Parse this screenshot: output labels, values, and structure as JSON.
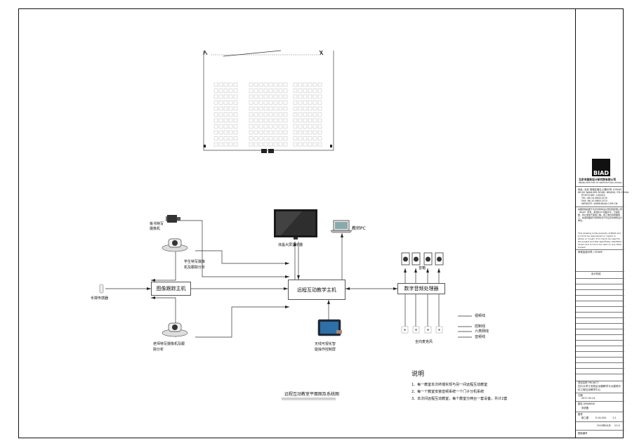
{
  "diagram": {
    "devices": {
      "blackboard_camera": "板书特写摄像机",
      "student_camera": "学生特写摄像机及跟踪分析",
      "teacher_camera": "老师特写摄像机及跟踪分析",
      "hand_mic": "手掷传感器",
      "video_tracking_host": "图像跟踪主机",
      "lcd_screen": "液晶大屏显示器",
      "teacher_pc": "教师PC",
      "interactive_host": "远程互动教学主机",
      "touch_panel": "无线可视化智能操作控制屏",
      "audio_processor": "数字音频处理器",
      "speakers": "音箱",
      "mics": "全向麦克风"
    },
    "legend": {
      "items": [
        "视频线",
        "控制线",
        "六类网线",
        "音频线"
      ]
    },
    "caption": "远程互动教室平面图及系统图",
    "notes": {
      "title": "说明",
      "lines": [
        "1、每一教室本次终端实现与另一间远程互动教室",
        "2、每一个教室安装音频系统一个门子分机系统",
        "3、本次间远程互动教室，每个教室分两台一套设备，共计2套"
      ]
    }
  },
  "title_block": {
    "logo_text": "BIAD",
    "company_cn": "北京市建筑设计研究院有限公司",
    "company_en": "BEIJING INSTITUTE OF ARCHITECTURAL DESIGN",
    "address": "地址: 北京 西城区南礼士路62号   100045",
    "address_en": "NO.62 NANLISHI ROAD, BEIJING, P.R.CHINA",
    "postcode": "POSTCODE: 100045",
    "tel": "TEL: 86-10-88021376",
    "fax": "FAX: 86-10-68021370",
    "website": "WEBSITE: WWW.BIAD.COM.CN",
    "disclaimer_cn": "本图纸版权属于北京市建筑设计研究院有限公司（BIAD）所有，未经BIAD书面许可，不得复制、转让或用于其他工程。施工单位应按图施工，如发现图纸与现场情况不符应及时通知设计单位。",
    "disclaimer_en": "This drawing is the property of BIAD and is not to be reproduced or copied in whole or in part. It is only to be used for the project and site specifically identified herein and is not to be used on any other project.",
    "stamp_label": "审核批准印章 / STAMP",
    "design_phase": "设计阶段",
    "project": "项目名称 PROJECT",
    "project_name": "四川大学江安校区远程教学与大楼现代化工程互动教学中心",
    "date_label": "日期",
    "date": "2017-02-01",
    "drawing_label": "图名 DRAWING",
    "drawing_name": "系统图",
    "drawing_no_label": "图号",
    "drawing_no": "E-00-004",
    "scale": "1:1",
    "stage": "施工图",
    "version": "V1.0",
    "revision_date": "2018年04月",
    "sheet_label": "图纸编号"
  }
}
